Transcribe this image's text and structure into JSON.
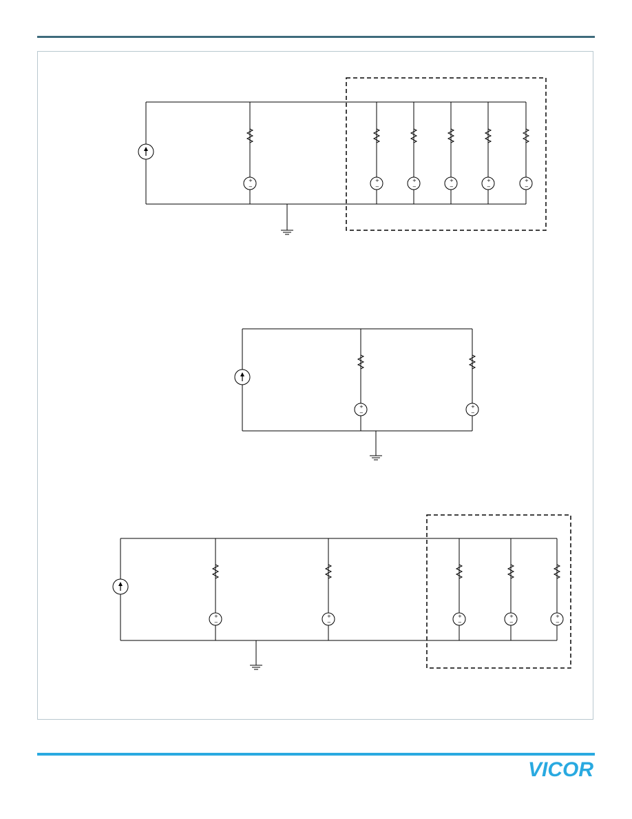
{
  "header": {
    "rule_color": "#3e6b7c"
  },
  "footer": {
    "rule_color": "#29a9e0",
    "logo_text": "VICOR",
    "logo_color": "#29a9e0"
  },
  "diagrams": [
    {
      "name": "circuit-top",
      "branches": 6,
      "boxed_branches": 5
    },
    {
      "name": "circuit-middle",
      "branches": 2,
      "boxed_branches": 0
    },
    {
      "name": "circuit-bottom",
      "branches": 5,
      "boxed_branches": 3
    }
  ],
  "symbols": {
    "plus": "+",
    "minus": "−"
  }
}
